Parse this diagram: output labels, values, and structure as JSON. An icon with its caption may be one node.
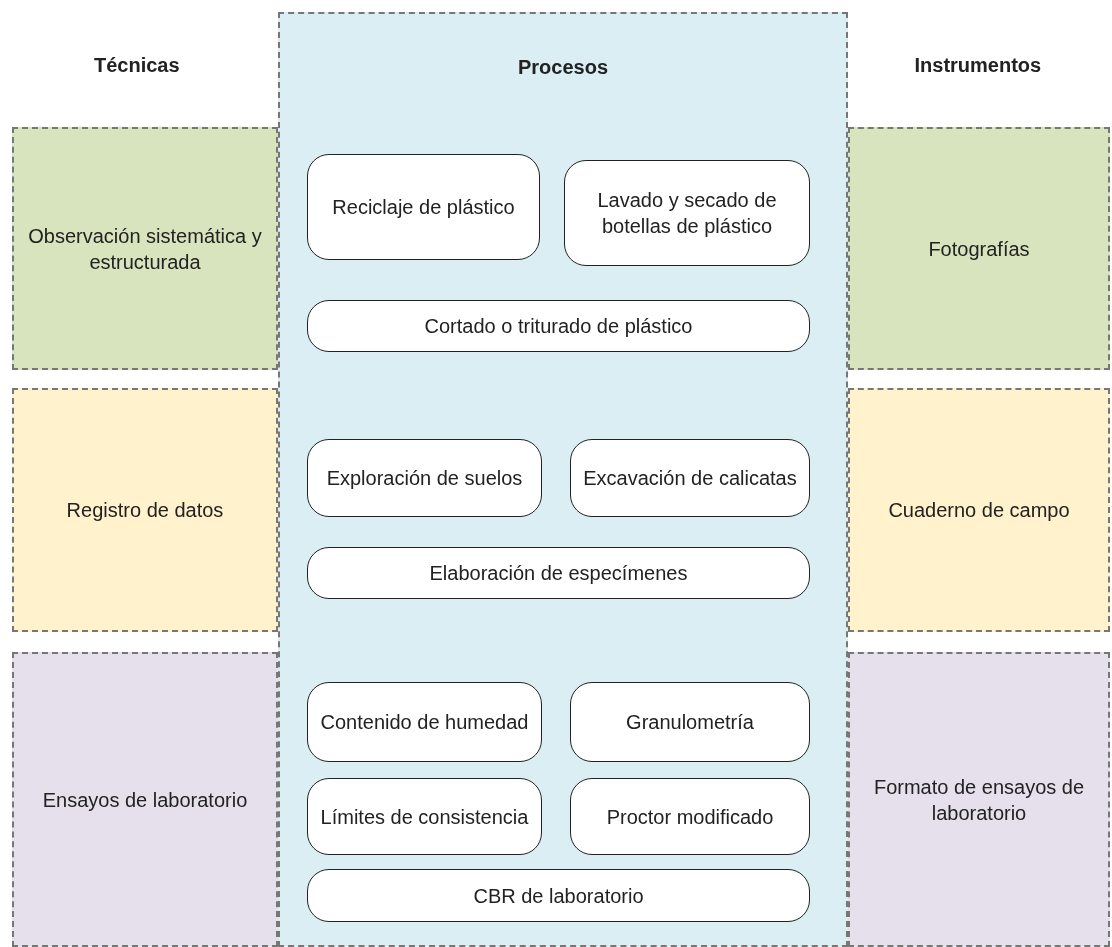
{
  "diagram": {
    "nodes": [
      {
        "text": [
          "Procesos"
        ]
      },
      {
        "text": [
          "Observación sistemática y estructurada"
        ]
      },
      {
        "text": [
          "Reciclaje de plástico"
        ],
        "in": 0
      },
      {
        "text": [
          "Lavado y secado de botellas de plástico"
        ],
        "in": 0
      },
      {
        "text": [
          "Cortado o triturado de plástico"
        ],
        "in": 0
      },
      {
        "text": [
          "Fotografías"
        ]
      },
      {
        "text": [
          "Registro de datos"
        ]
      },
      {
        "text": [
          "Exploración de suelos"
        ],
        "in": 0
      },
      {
        "text": [
          "Excavación de calicatas"
        ],
        "in": 0
      },
      {
        "text": [
          "Elaboración de especímenes"
        ],
        "in": 0
      },
      {
        "text": [
          "Cuaderno de campo"
        ]
      },
      {
        "text": [
          "Ensayos de laboratorio"
        ]
      },
      {
        "text": [
          "Contenido de humedad"
        ],
        "in": 0
      },
      {
        "text": [
          "Granulometría"
        ],
        "in": 0
      },
      {
        "text": [
          "Límites de consistencia"
        ],
        "in": 0
      },
      {
        "text": [
          "Proctor modificado"
        ],
        "in": 0
      },
      {
        "text": [
          "CBR de laboratorio"
        ],
        "in": 0
      },
      {
        "text": [
          "Formato de ensayos de laboratorio"
        ]
      }
    ],
    "labels": [
      "Técnicas",
      "Instrumentos"
    ]
  }
}
